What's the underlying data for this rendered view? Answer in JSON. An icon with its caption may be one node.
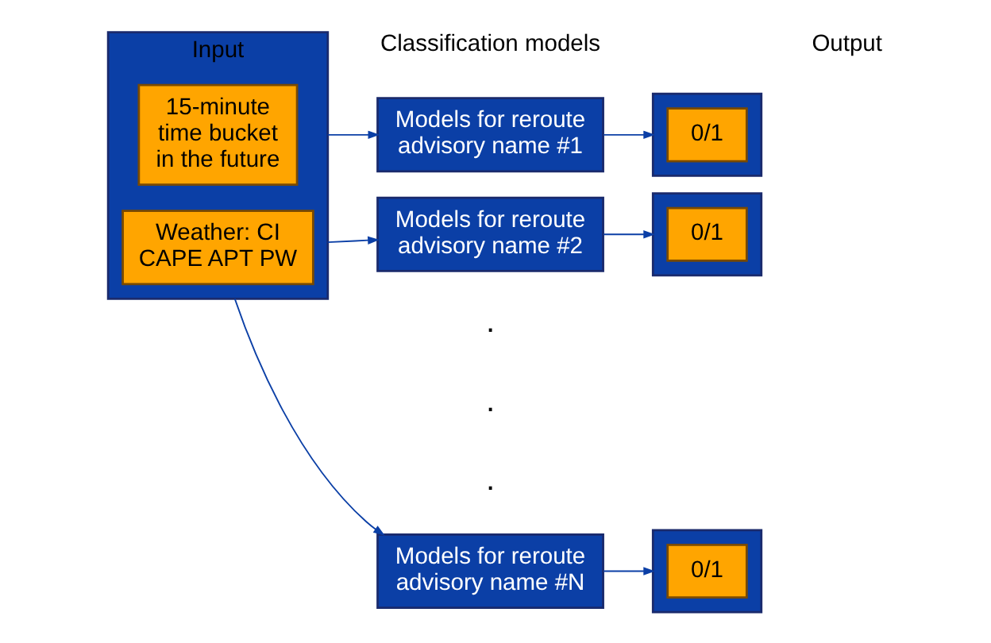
{
  "diagram": {
    "nodes": [
      {
        "text": [
          "Input"
        ]
      },
      {
        "text": [
          "15-minute time bucket in the future"
        ],
        "in": 0
      },
      {
        "text": [
          "Weather: CI CAPE APT PW"
        ],
        "in": 0
      },
      {
        "text": [
          "Models for reroute advisory name #1"
        ]
      },
      {
        "text": [],
        "shape": "box"
      },
      {
        "text": [
          "0/1"
        ],
        "in": 4
      },
      {
        "text": [
          "Models for reroute advisory name #2"
        ]
      },
      {
        "text": [],
        "shape": "box"
      },
      {
        "text": [
          "0/1"
        ],
        "in": 7
      },
      {
        "text": [
          "Models for reroute advisory name #N"
        ]
      },
      {
        "text": [],
        "shape": "box"
      },
      {
        "text": [
          "0/1"
        ],
        "in": 10
      }
    ],
    "edges": [
      {
        "from": 0,
        "to": 3,
        "arrow": "to"
      },
      {
        "from": 3,
        "to": 4,
        "arrow": "to"
      },
      {
        "from": 0,
        "to": 6,
        "arrow": "to"
      },
      {
        "from": 6,
        "to": 7,
        "arrow": "to"
      },
      {
        "from": 0,
        "to": 9,
        "arrow": "to"
      },
      {
        "from": 9,
        "to": 10,
        "arrow": "to"
      }
    ],
    "labels": [
      "Classification models",
      "Output",
      ".",
      ".",
      "."
    ]
  }
}
